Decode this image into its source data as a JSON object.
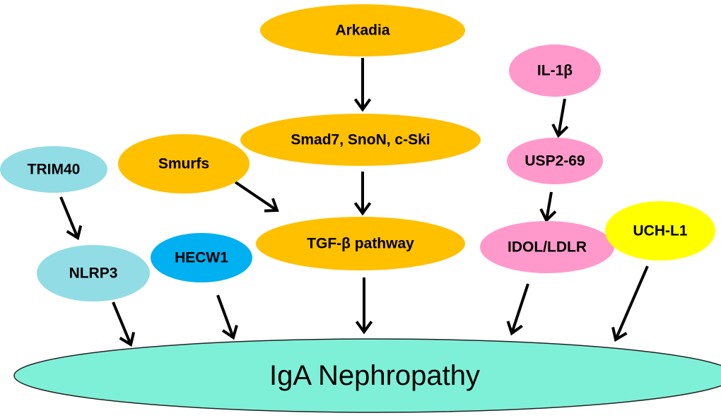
{
  "diagram": {
    "title": "",
    "colors": {
      "tgf_family": "#FFC000",
      "inflammasome_family": "#92DCE5",
      "hecw1": "#00B0F0",
      "il1b_family": "#FF99CC",
      "uchl1": "#FFFF00",
      "target": "#7FF0D8"
    },
    "nodes": [
      {
        "id": "arkadia",
        "label": "Arkadia",
        "group": "tgf_family"
      },
      {
        "id": "smad7",
        "label": "Smad7, SnoN, c-Ski",
        "group": "tgf_family"
      },
      {
        "id": "smurfs",
        "label": "Smurfs",
        "group": "tgf_family"
      },
      {
        "id": "tgfb",
        "label": "TGF-β pathway",
        "group": "tgf_family"
      },
      {
        "id": "trim40",
        "label": "TRIM40",
        "group": "inflammasome_family"
      },
      {
        "id": "nlrp3",
        "label": "NLRP3",
        "group": "inflammasome_family"
      },
      {
        "id": "hecw1",
        "label": "HECW1",
        "group": "hecw1"
      },
      {
        "id": "il1b",
        "label": "IL-1β",
        "group": "il1b_family"
      },
      {
        "id": "usp2",
        "label": "USP2-69",
        "group": "il1b_family"
      },
      {
        "id": "idol",
        "label": "IDOL/LDLR",
        "group": "il1b_family"
      },
      {
        "id": "uchl1",
        "label": "UCH-L1",
        "group": "uchl1"
      },
      {
        "id": "igan",
        "label": "IgA Nephropathy",
        "group": "target"
      }
    ],
    "edges": [
      {
        "from": "arkadia",
        "to": "smad7"
      },
      {
        "from": "smad7",
        "to": "tgfb"
      },
      {
        "from": "smurfs",
        "to": "tgfb"
      },
      {
        "from": "trim40",
        "to": "nlrp3"
      },
      {
        "from": "il1b",
        "to": "usp2"
      },
      {
        "from": "usp2",
        "to": "idol"
      },
      {
        "from": "nlrp3",
        "to": "igan"
      },
      {
        "from": "hecw1",
        "to": "igan"
      },
      {
        "from": "tgfb",
        "to": "igan"
      },
      {
        "from": "idol",
        "to": "igan"
      },
      {
        "from": "uchl1",
        "to": "igan"
      }
    ]
  }
}
